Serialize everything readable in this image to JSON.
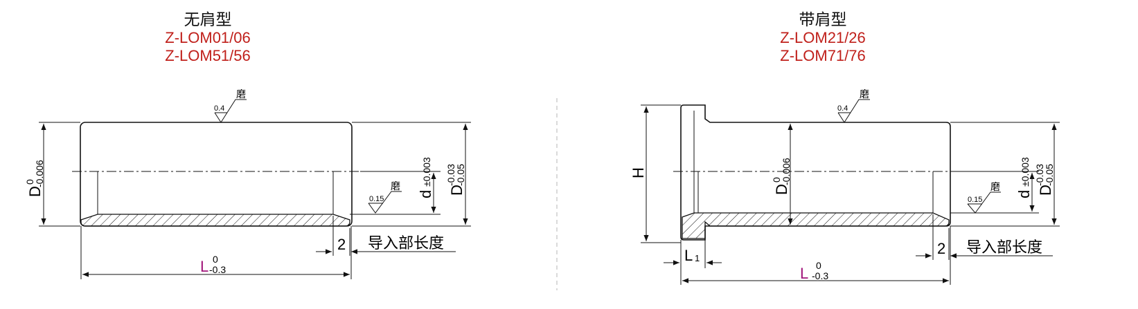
{
  "colors": {
    "line": "#111111",
    "code": "#c0201b",
    "L_letter": "#a0147a",
    "divider": "#b5b5b5"
  },
  "left": {
    "title": "无肩型",
    "codes": [
      "Z-LOM01/06",
      "Z-LOM51/56"
    ],
    "surface_grind": {
      "roughness": "0.4",
      "label": "磨"
    },
    "bore_grind": {
      "roughness": "0.15",
      "label": "磨"
    },
    "dim_D": {
      "base": "D",
      "upper": "0",
      "lower": "-0.006"
    },
    "dim_d": {
      "base": "d",
      "tol": "±0.003"
    },
    "dim_D2": {
      "base": "D",
      "upper": "-0.03",
      "lower": "-0.05"
    },
    "dim_L": {
      "base": "L",
      "upper": "0",
      "lower": "-0.3"
    },
    "lead_value": "2",
    "lead_label": "导入部长度"
  },
  "right": {
    "title": "带肩型",
    "codes": [
      "Z-LOM21/26",
      "Z-LOM71/76"
    ],
    "surface_grind": {
      "roughness": "0.4",
      "label": "磨"
    },
    "bore_grind": {
      "roughness": "0.15",
      "label": "磨"
    },
    "dim_H": "H",
    "dim_D": {
      "base": "D",
      "upper": "0",
      "lower": "-0.006"
    },
    "dim_d": {
      "base": "d",
      "tol": "±0.003"
    },
    "dim_D2": {
      "base": "D",
      "upper": "-0.03",
      "lower": "-0.05"
    },
    "dim_L1": {
      "base": "L",
      "sub": "1"
    },
    "dim_L": {
      "base": "L",
      "upper": "0",
      "lower": "-0.3"
    },
    "lead_value": "2",
    "lead_label": "导入部长度"
  }
}
